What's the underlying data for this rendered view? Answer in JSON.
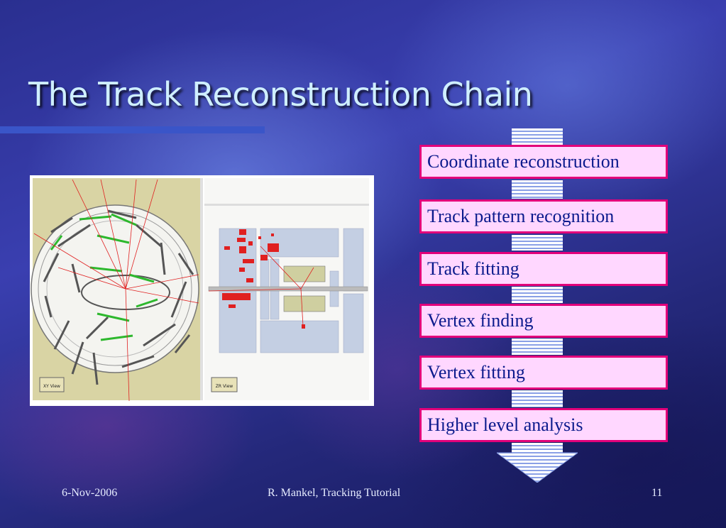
{
  "slide": {
    "title": "The Track Reconstruction Chain"
  },
  "figure": {
    "xy_view_label": "XY View",
    "zr_view_label": "ZR View"
  },
  "chain": {
    "steps": [
      "Coordinate reconstruction",
      "Track pattern recognition",
      "Track fitting",
      "Vertex finding",
      "Vertex fitting",
      "Higher level analysis"
    ]
  },
  "footer": {
    "date": "6-Nov-2006",
    "author": "R. Mankel, Tracking Tutorial",
    "page": "11"
  },
  "colors": {
    "title_text": "#cfefff",
    "box_fill": "#ffd7ff",
    "box_border": "#e2007a",
    "box_text": "#0a1a8c",
    "arrow_stripe": "#8aa0e6"
  }
}
